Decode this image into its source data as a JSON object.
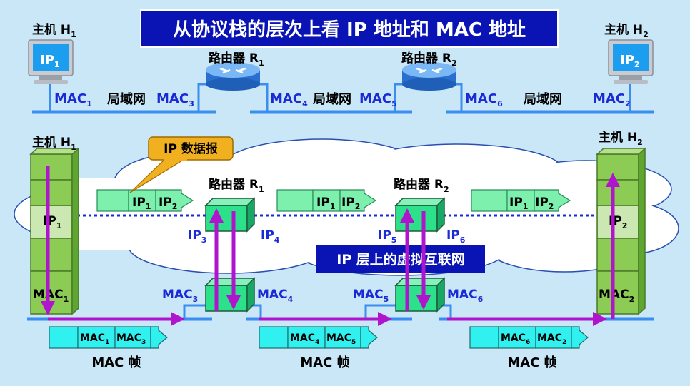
{
  "title": "从协议栈的层次上看 IP 地址和 MAC 地址",
  "colors": {
    "background": "#c9e7f7",
    "title_bg": "#0a14b4",
    "label_blue": "#1a2bd6",
    "stack_green": "#8ccc55",
    "router_green": "#2de08a",
    "arrow_magenta": "#b014cc",
    "callout_orange": "#f0b020",
    "bus_blue": "#3b8ef0"
  },
  "top": {
    "host1_label": "主机 H",
    "host1_sub": "1",
    "host2_label": "主机 H",
    "host2_sub": "2",
    "pc1_ip": "IP",
    "pc1_ip_sub": "1",
    "pc2_ip": "IP",
    "pc2_ip_sub": "2",
    "router1_label": "路由器 R",
    "router1_sub": "1",
    "router2_label": "路由器 R",
    "router2_sub": "2",
    "lan1": "局域网",
    "lan2": "局域网",
    "lan3": "局域网",
    "mac": "MAC",
    "mac1_sub": "1",
    "mac2_sub": "2",
    "mac3_sub": "3",
    "mac4_sub": "4",
    "mac5_sub": "5",
    "mac6_sub": "6"
  },
  "bottom": {
    "host1_label": "主机 H",
    "host1_sub": "1",
    "host2_label": "主机 H",
    "host2_sub": "2",
    "callout": "IP 数据报",
    "router1_label": "路由器 R",
    "router1_sub": "1",
    "router2_label": "路由器 R",
    "router2_sub": "2",
    "ip": "IP",
    "ip1_sub": "1",
    "ip2_sub": "2",
    "ip3_sub": "3",
    "ip4_sub": "4",
    "ip5_sub": "5",
    "ip6_sub": "6",
    "virtual_net": "IP 层上的虚拟互联网",
    "mac": "MAC",
    "mac1_sub": "1",
    "mac2_sub": "2",
    "mac3_sub": "3",
    "mac4_sub": "4",
    "mac5_sub": "5",
    "mac6_sub": "6",
    "mac_frame": "MAC 帧"
  }
}
